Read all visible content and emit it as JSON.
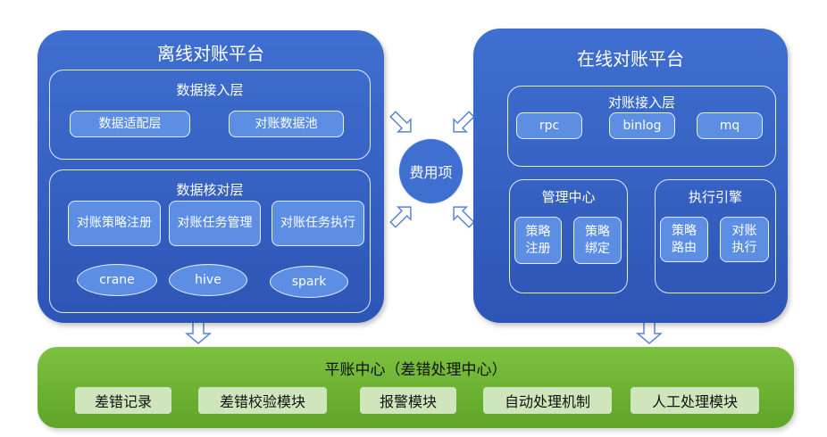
{
  "offline": {
    "title": "离线对账平台",
    "ingest_layer": {
      "title": "数据接入层",
      "adapter": "数据适配层",
      "pool": "对账数据池"
    },
    "core_layer": {
      "title": "数据核对层",
      "items": [
        "对账策略注册",
        "对账任务管理",
        "对账任务执行"
      ],
      "engines": [
        "crane",
        "hive",
        "spark"
      ]
    }
  },
  "hub": {
    "label": "费用项"
  },
  "online": {
    "title": "在线对账平台",
    "ingest_layer": {
      "title": "对账接入层",
      "sources": [
        "rpc",
        "binlog",
        "mq"
      ]
    },
    "mgmt": {
      "title": "管理中心",
      "items": [
        "策略注册",
        "策略绑定"
      ]
    },
    "exec": {
      "title": "执行引擎",
      "items": [
        "策略路由",
        "对账执行"
      ]
    }
  },
  "balance_center": {
    "title": "平账中心（差错处理中心）",
    "modules": [
      "差错记录",
      "差错校验模块",
      "报警模块",
      "自动处理机制",
      "人工处理模块"
    ]
  },
  "colors": {
    "panel_blue": "#2d55b5",
    "chip_blue": "#5c8fe3",
    "green": "#6ab330",
    "green_chip": "#cfe6bd"
  }
}
